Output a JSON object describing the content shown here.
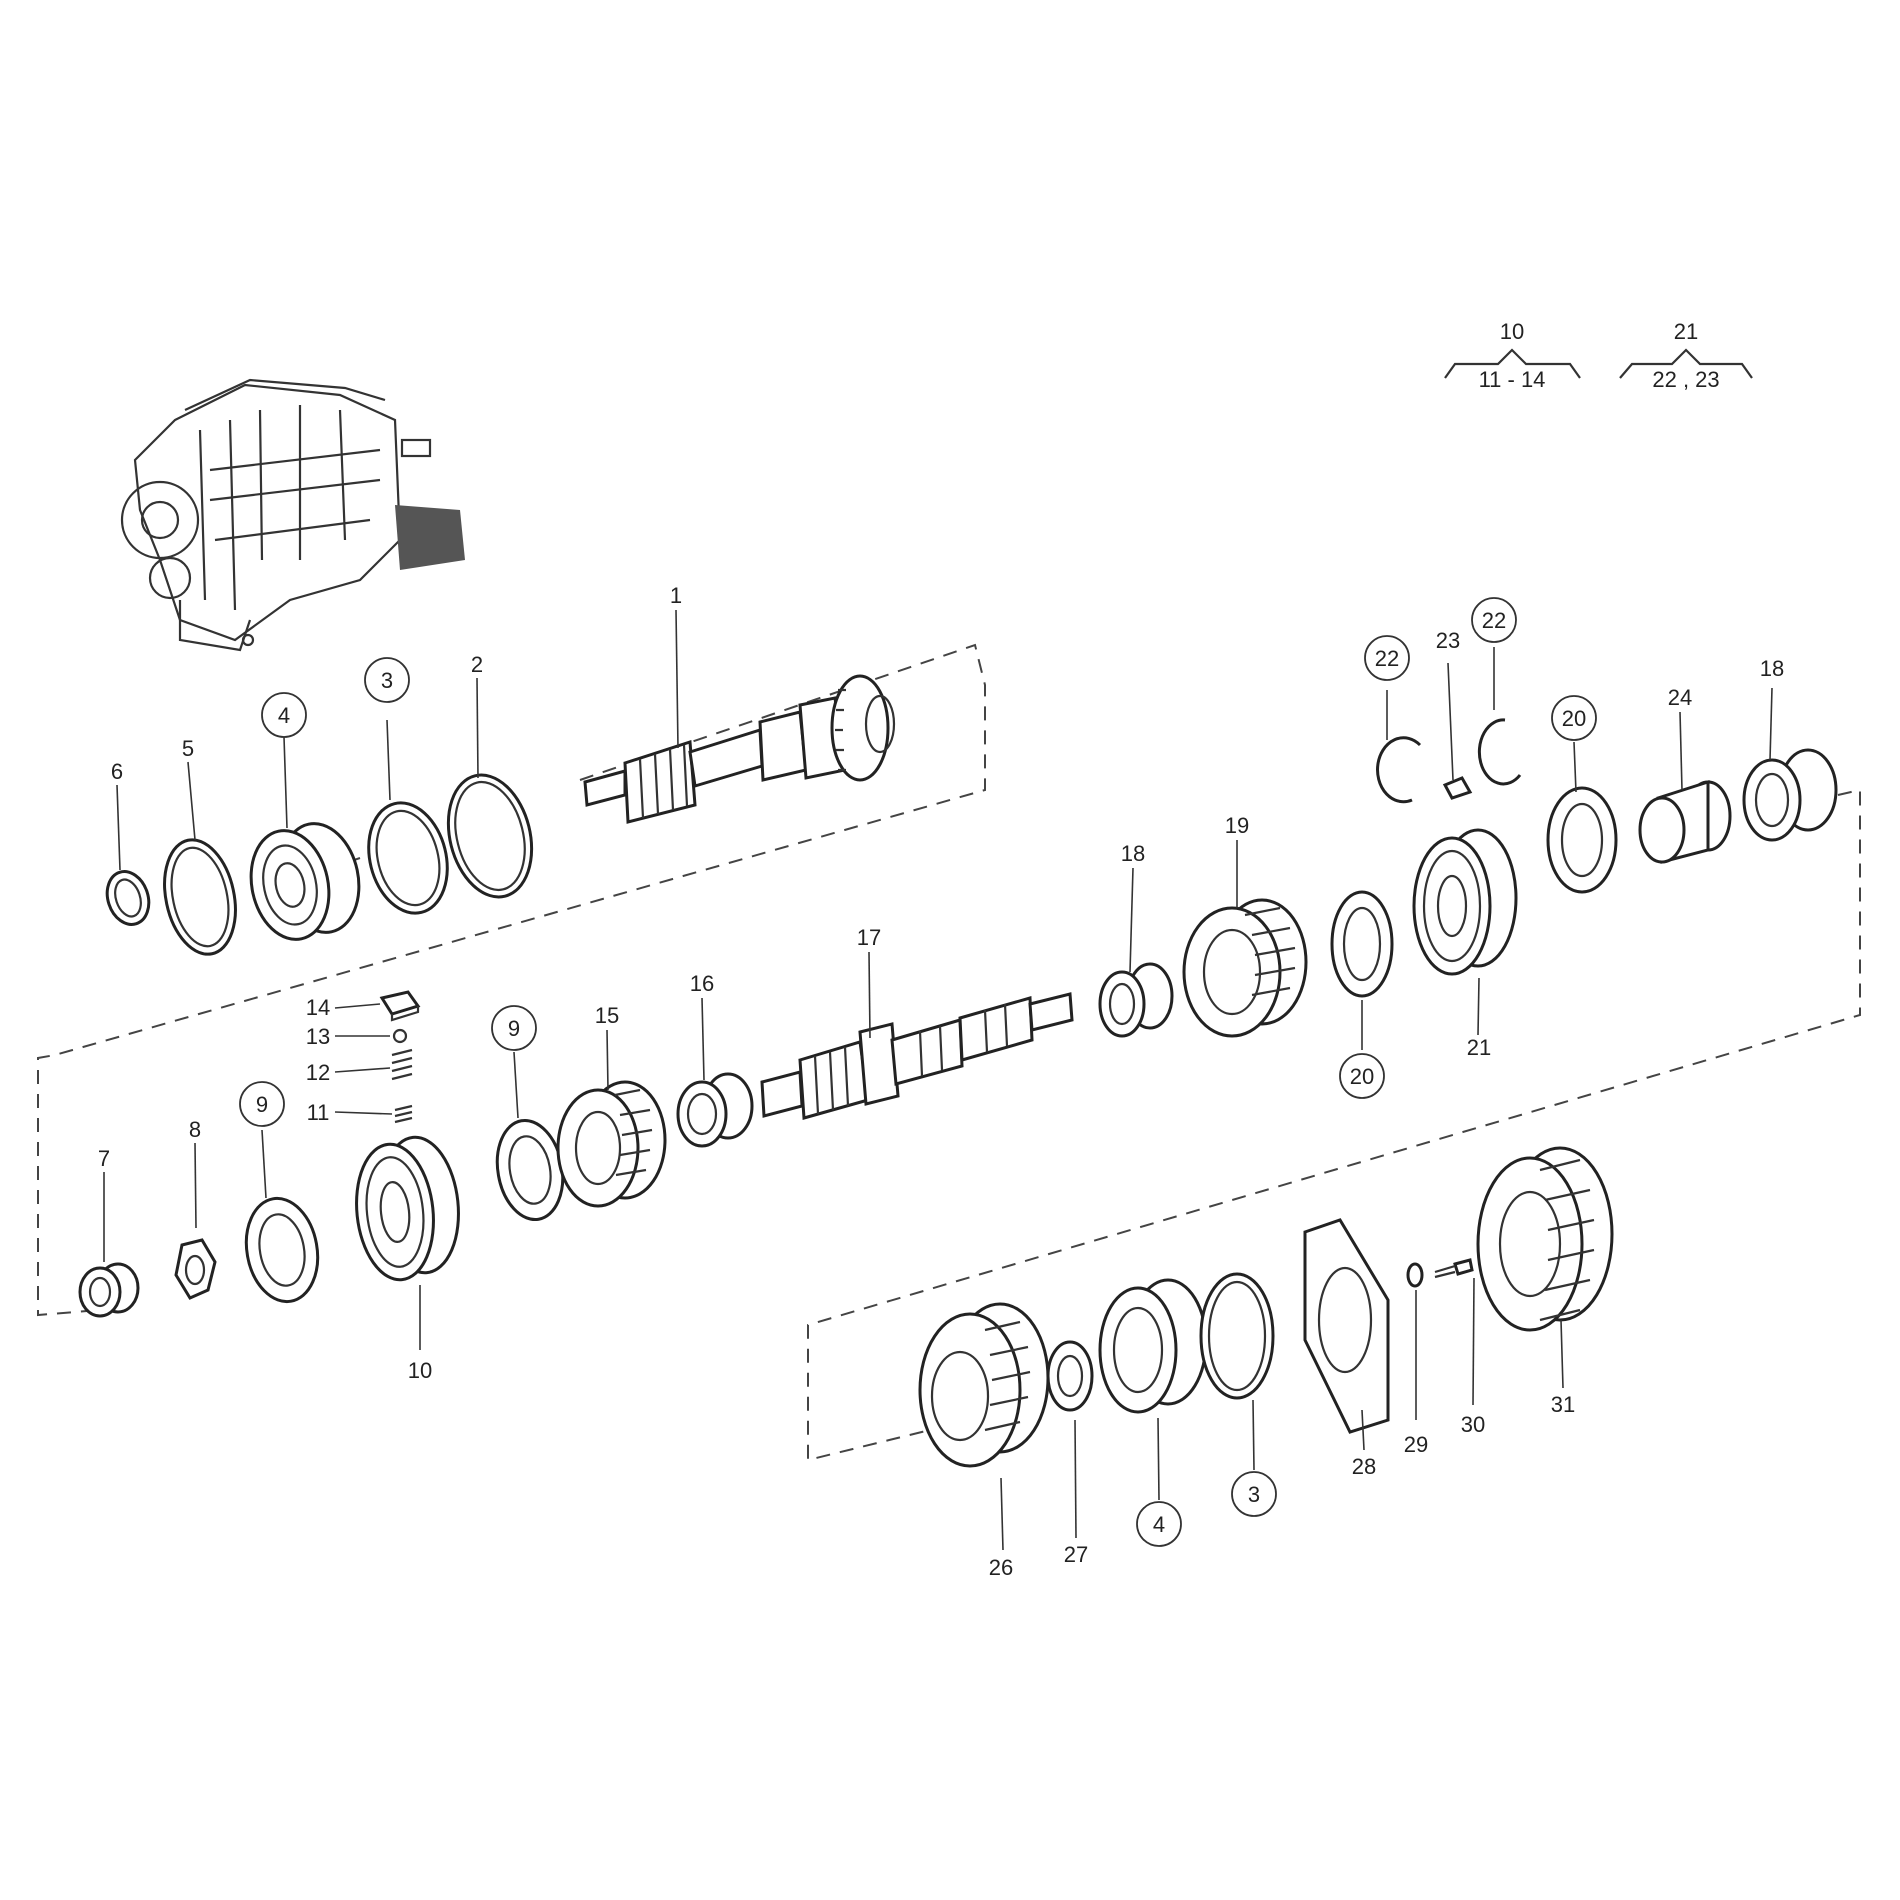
{
  "legend": {
    "group_a": {
      "parent": "10",
      "children": "11 - 14"
    },
    "group_b": {
      "parent": "21",
      "children": "22 , 23"
    }
  },
  "callouts": {
    "c1": "1",
    "c2": "2",
    "c3": "3",
    "c4": "4",
    "c5": "5",
    "c6": "6",
    "c7": "7",
    "c8": "8",
    "c9a": "9",
    "c9b": "9",
    "c10": "10",
    "c11": "11",
    "c12": "12",
    "c13": "13",
    "c14": "14",
    "c15": "15",
    "c16": "16",
    "c17": "17",
    "c18a": "18",
    "c18b": "18",
    "c19": "19",
    "c20a": "20",
    "c20b": "20",
    "c21": "21",
    "c22a": "22",
    "c22b": "22",
    "c23": "23",
    "c24": "24",
    "c26": "26",
    "c27": "27",
    "c4b": "4",
    "c3b": "3",
    "c28": "28",
    "c29": "29",
    "c30": "30",
    "c31": "31"
  }
}
